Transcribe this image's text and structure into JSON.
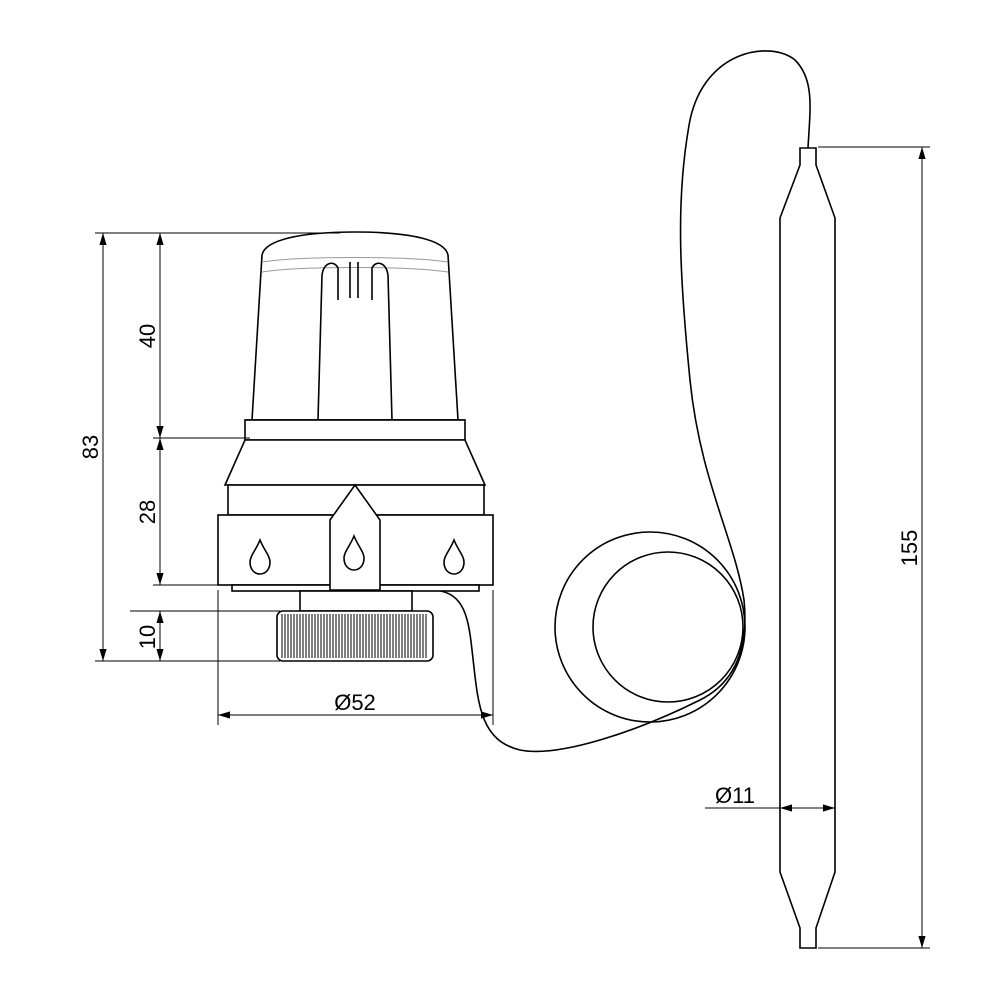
{
  "dimensions": {
    "total_height": "83",
    "head_height": "40",
    "body_height": "28",
    "nut_height": "10",
    "body_diameter": "Ø52",
    "sensor_length": "155",
    "sensor_diameter": "Ø11"
  }
}
